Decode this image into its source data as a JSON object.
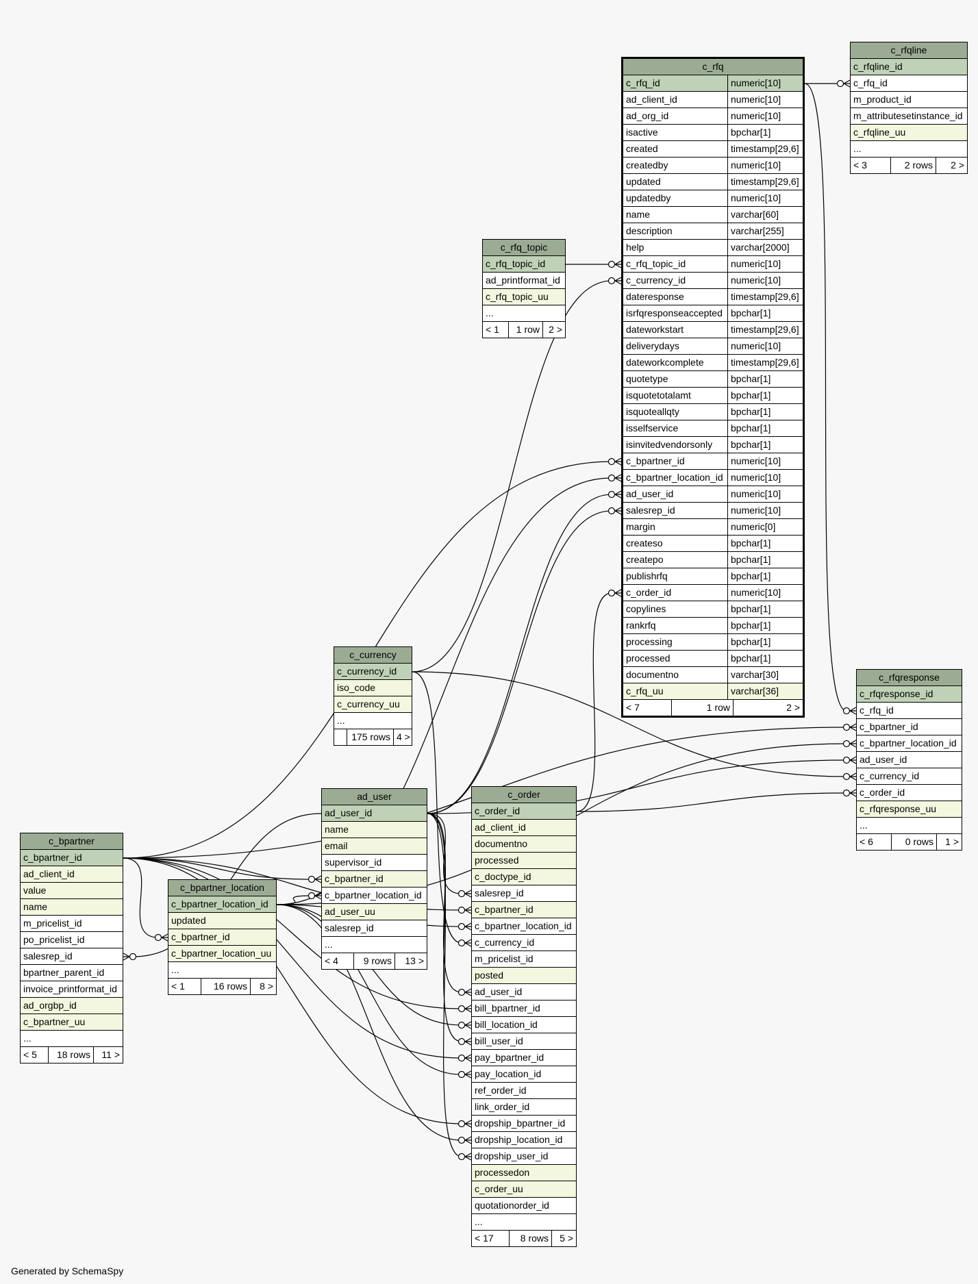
{
  "footer": "Generated by SchemaSpy",
  "tables": [
    {
      "id": "c_rfq",
      "title": "c_rfq",
      "main": true,
      "columns": [
        {
          "name": "c_rfq_id",
          "type": "numeric[10]",
          "style": "pk"
        },
        {
          "name": "ad_client_id",
          "type": "numeric[10]",
          "style": "plain"
        },
        {
          "name": "ad_org_id",
          "type": "numeric[10]",
          "style": "plain"
        },
        {
          "name": "isactive",
          "type": "bpchar[1]",
          "style": "plain"
        },
        {
          "name": "created",
          "type": "timestamp[29,6]",
          "style": "plain"
        },
        {
          "name": "createdby",
          "type": "numeric[10]",
          "style": "plain"
        },
        {
          "name": "updated",
          "type": "timestamp[29,6]",
          "style": "plain"
        },
        {
          "name": "updatedby",
          "type": "numeric[10]",
          "style": "plain"
        },
        {
          "name": "name",
          "type": "varchar[60]",
          "style": "plain"
        },
        {
          "name": "description",
          "type": "varchar[255]",
          "style": "plain"
        },
        {
          "name": "help",
          "type": "varchar[2000]",
          "style": "plain"
        },
        {
          "name": "c_rfq_topic_id",
          "type": "numeric[10]",
          "style": "plain"
        },
        {
          "name": "c_currency_id",
          "type": "numeric[10]",
          "style": "plain"
        },
        {
          "name": "dateresponse",
          "type": "timestamp[29,6]",
          "style": "plain"
        },
        {
          "name": "isrfqresponseaccepted",
          "type": "bpchar[1]",
          "style": "plain"
        },
        {
          "name": "dateworkstart",
          "type": "timestamp[29,6]",
          "style": "plain"
        },
        {
          "name": "deliverydays",
          "type": "numeric[10]",
          "style": "plain"
        },
        {
          "name": "dateworkcomplete",
          "type": "timestamp[29,6]",
          "style": "plain"
        },
        {
          "name": "quotetype",
          "type": "bpchar[1]",
          "style": "plain"
        },
        {
          "name": "isquotetotalamt",
          "type": "bpchar[1]",
          "style": "plain"
        },
        {
          "name": "isquoteallqty",
          "type": "bpchar[1]",
          "style": "plain"
        },
        {
          "name": "isselfservice",
          "type": "bpchar[1]",
          "style": "plain"
        },
        {
          "name": "isinvitedvendorsonly",
          "type": "bpchar[1]",
          "style": "plain"
        },
        {
          "name": "c_bpartner_id",
          "type": "numeric[10]",
          "style": "plain"
        },
        {
          "name": "c_bpartner_location_id",
          "type": "numeric[10]",
          "style": "plain"
        },
        {
          "name": "ad_user_id",
          "type": "numeric[10]",
          "style": "plain"
        },
        {
          "name": "salesrep_id",
          "type": "numeric[10]",
          "style": "plain"
        },
        {
          "name": "margin",
          "type": "numeric[0]",
          "style": "plain"
        },
        {
          "name": "createso",
          "type": "bpchar[1]",
          "style": "plain"
        },
        {
          "name": "createpo",
          "type": "bpchar[1]",
          "style": "plain"
        },
        {
          "name": "publishrfq",
          "type": "bpchar[1]",
          "style": "plain"
        },
        {
          "name": "c_order_id",
          "type": "numeric[10]",
          "style": "plain"
        },
        {
          "name": "copylines",
          "type": "bpchar[1]",
          "style": "plain"
        },
        {
          "name": "rankrfq",
          "type": "bpchar[1]",
          "style": "plain"
        },
        {
          "name": "processing",
          "type": "bpchar[1]",
          "style": "plain"
        },
        {
          "name": "processed",
          "type": "bpchar[1]",
          "style": "plain"
        },
        {
          "name": "documentno",
          "type": "varchar[30]",
          "style": "plain"
        },
        {
          "name": "c_rfq_uu",
          "type": "varchar[36]",
          "style": "idx"
        }
      ],
      "footer": {
        "left": "< 7",
        "mid": "1 row",
        "right": "2 >"
      }
    },
    {
      "id": "c_rfqline",
      "title": "c_rfqline",
      "columns": [
        {
          "name": "c_rfqline_id",
          "style": "pk"
        },
        {
          "name": "c_rfq_id",
          "style": "plain"
        },
        {
          "name": "m_product_id",
          "style": "plain"
        },
        {
          "name": "m_attributesetinstance_id",
          "style": "plain"
        },
        {
          "name": "c_rfqline_uu",
          "style": "idx"
        },
        {
          "name": "...",
          "style": "plain"
        }
      ],
      "footer": {
        "left": "< 3",
        "mid": "2 rows",
        "right": "2 >"
      }
    },
    {
      "id": "c_rfq_topic",
      "title": "c_rfq_topic",
      "columns": [
        {
          "name": "c_rfq_topic_id",
          "style": "pk"
        },
        {
          "name": "ad_printformat_id",
          "style": "plain"
        },
        {
          "name": "c_rfq_topic_uu",
          "style": "idx"
        },
        {
          "name": "...",
          "style": "plain"
        }
      ],
      "footer": {
        "left": "< 1",
        "mid": "1 row",
        "right": "2 >"
      }
    },
    {
      "id": "c_rfqresponse",
      "title": "c_rfqresponse",
      "columns": [
        {
          "name": "c_rfqresponse_id",
          "style": "pk"
        },
        {
          "name": "c_rfq_id",
          "style": "plain"
        },
        {
          "name": "c_bpartner_id",
          "style": "plain"
        },
        {
          "name": "c_bpartner_location_id",
          "style": "plain"
        },
        {
          "name": "ad_user_id",
          "style": "plain"
        },
        {
          "name": "c_currency_id",
          "style": "plain"
        },
        {
          "name": "c_order_id",
          "style": "plain"
        },
        {
          "name": "c_rfqresponse_uu",
          "style": "idx"
        },
        {
          "name": "...",
          "style": "plain"
        }
      ],
      "footer": {
        "left": "< 6",
        "mid": "0 rows",
        "right": "1 >"
      }
    },
    {
      "id": "c_currency",
      "title": "c_currency",
      "columns": [
        {
          "name": "c_currency_id",
          "style": "pk"
        },
        {
          "name": "iso_code",
          "style": "idx"
        },
        {
          "name": "c_currency_uu",
          "style": "idx"
        },
        {
          "name": "...",
          "style": "plain"
        }
      ],
      "footer": {
        "left": "",
        "mid": "175 rows",
        "right": "4 >"
      }
    },
    {
      "id": "ad_user",
      "title": "ad_user",
      "columns": [
        {
          "name": "ad_user_id",
          "style": "pk"
        },
        {
          "name": "name",
          "style": "idx"
        },
        {
          "name": "email",
          "style": "idx"
        },
        {
          "name": "supervisor_id",
          "style": "plain"
        },
        {
          "name": "c_bpartner_id",
          "style": "idx"
        },
        {
          "name": "c_bpartner_location_id",
          "style": "plain"
        },
        {
          "name": "ad_user_uu",
          "style": "idx"
        },
        {
          "name": "salesrep_id",
          "style": "plain"
        },
        {
          "name": "...",
          "style": "plain"
        }
      ],
      "footer": {
        "left": "< 4",
        "mid": "9 rows",
        "right": "13 >"
      }
    },
    {
      "id": "c_order",
      "title": "c_order",
      "columns": [
        {
          "name": "c_order_id",
          "style": "pk"
        },
        {
          "name": "ad_client_id",
          "style": "idx"
        },
        {
          "name": "documentno",
          "style": "idx"
        },
        {
          "name": "processed",
          "style": "idx"
        },
        {
          "name": "c_doctype_id",
          "style": "idx"
        },
        {
          "name": "salesrep_id",
          "style": "plain"
        },
        {
          "name": "c_bpartner_id",
          "style": "idx"
        },
        {
          "name": "c_bpartner_location_id",
          "style": "plain"
        },
        {
          "name": "c_currency_id",
          "style": "plain"
        },
        {
          "name": "m_pricelist_id",
          "style": "plain"
        },
        {
          "name": "posted",
          "style": "idx"
        },
        {
          "name": "ad_user_id",
          "style": "plain"
        },
        {
          "name": "bill_bpartner_id",
          "style": "plain"
        },
        {
          "name": "bill_location_id",
          "style": "plain"
        },
        {
          "name": "bill_user_id",
          "style": "plain"
        },
        {
          "name": "pay_bpartner_id",
          "style": "plain"
        },
        {
          "name": "pay_location_id",
          "style": "plain"
        },
        {
          "name": "ref_order_id",
          "style": "plain"
        },
        {
          "name": "link_order_id",
          "style": "plain"
        },
        {
          "name": "dropship_bpartner_id",
          "style": "plain"
        },
        {
          "name": "dropship_location_id",
          "style": "plain"
        },
        {
          "name": "dropship_user_id",
          "style": "plain"
        },
        {
          "name": "processedon",
          "style": "idx"
        },
        {
          "name": "c_order_uu",
          "style": "idx"
        },
        {
          "name": "quotationorder_id",
          "style": "plain"
        },
        {
          "name": "...",
          "style": "plain"
        }
      ],
      "footer": {
        "left": "< 17",
        "mid": "8 rows",
        "right": "5 >"
      }
    },
    {
      "id": "c_bpartner",
      "title": "c_bpartner",
      "columns": [
        {
          "name": "c_bpartner_id",
          "style": "pk"
        },
        {
          "name": "ad_client_id",
          "style": "idx"
        },
        {
          "name": "value",
          "style": "idx"
        },
        {
          "name": "name",
          "style": "idx"
        },
        {
          "name": "m_pricelist_id",
          "style": "plain"
        },
        {
          "name": "po_pricelist_id",
          "style": "plain"
        },
        {
          "name": "salesrep_id",
          "style": "plain"
        },
        {
          "name": "bpartner_parent_id",
          "style": "plain"
        },
        {
          "name": "invoice_printformat_id",
          "style": "plain"
        },
        {
          "name": "ad_orgbp_id",
          "style": "idx"
        },
        {
          "name": "c_bpartner_uu",
          "style": "idx"
        },
        {
          "name": "...",
          "style": "plain"
        }
      ],
      "footer": {
        "left": "< 5",
        "mid": "18 rows",
        "right": "11 >"
      }
    },
    {
      "id": "c_bpartner_location",
      "title": "c_bpartner_location",
      "columns": [
        {
          "name": "c_bpartner_location_id",
          "style": "pk"
        },
        {
          "name": "updated",
          "style": "idx"
        },
        {
          "name": "c_bpartner_id",
          "style": "idx"
        },
        {
          "name": "c_bpartner_location_uu",
          "style": "idx"
        },
        {
          "name": "...",
          "style": "plain"
        }
      ],
      "footer": {
        "left": "< 1",
        "mid": "16 rows",
        "right": "8 >"
      }
    }
  ],
  "relationships": [
    {
      "from": "c_rfq.c_rfq_id",
      "to": "c_rfqline.c_rfq_id"
    },
    {
      "from": "c_rfq.c_rfq_id",
      "to": "c_rfqresponse.c_rfq_id"
    },
    {
      "from": "c_rfq_topic.c_rfq_topic_id",
      "to": "c_rfq.c_rfq_topic_id"
    },
    {
      "from": "c_currency.c_currency_id",
      "to": "c_rfq.c_currency_id"
    },
    {
      "from": "c_bpartner.c_bpartner_id",
      "to": "c_rfq.c_bpartner_id"
    },
    {
      "from": "c_bpartner_location.c_bpartner_location_id",
      "to": "c_rfq.c_bpartner_location_id"
    },
    {
      "from": "ad_user.ad_user_id",
      "to": "c_rfq.ad_user_id"
    },
    {
      "from": "ad_user.ad_user_id",
      "to": "c_rfq.salesrep_id"
    },
    {
      "from": "c_order.c_order_id",
      "to": "c_rfq.c_order_id"
    },
    {
      "from": "c_bpartner.c_bpartner_id",
      "to": "c_rfqresponse.c_bpartner_id"
    },
    {
      "from": "c_bpartner_location.c_bpartner_location_id",
      "to": "c_rfqresponse.c_bpartner_location_id"
    },
    {
      "from": "ad_user.ad_user_id",
      "to": "c_rfqresponse.ad_user_id"
    },
    {
      "from": "c_currency.c_currency_id",
      "to": "c_rfqresponse.c_currency_id"
    },
    {
      "from": "c_order.c_order_id",
      "to": "c_rfqresponse.c_order_id"
    },
    {
      "from": "c_bpartner.c_bpartner_id",
      "to": "ad_user.c_bpartner_id"
    },
    {
      "from": "c_bpartner_location.c_bpartner_location_id",
      "to": "ad_user.c_bpartner_location_id"
    },
    {
      "from": "c_bpartner.c_bpartner_id",
      "to": "c_bpartner_location.c_bpartner_id"
    },
    {
      "from": "ad_user.ad_user_id",
      "to": "c_bpartner.salesrep_id"
    },
    {
      "from": "ad_user.ad_user_id",
      "to": "c_order.salesrep_id"
    },
    {
      "from": "c_bpartner.c_bpartner_id",
      "to": "c_order.c_bpartner_id"
    },
    {
      "from": "c_bpartner_location.c_bpartner_location_id",
      "to": "c_order.c_bpartner_location_id"
    },
    {
      "from": "c_currency.c_currency_id",
      "to": "c_order.c_currency_id"
    },
    {
      "from": "ad_user.ad_user_id",
      "to": "c_order.ad_user_id"
    },
    {
      "from": "c_bpartner.c_bpartner_id",
      "to": "c_order.bill_bpartner_id"
    },
    {
      "from": "c_bpartner_location.c_bpartner_location_id",
      "to": "c_order.bill_location_id"
    },
    {
      "from": "ad_user.ad_user_id",
      "to": "c_order.bill_user_id"
    },
    {
      "from": "c_bpartner.c_bpartner_id",
      "to": "c_order.pay_bpartner_id"
    },
    {
      "from": "c_bpartner_location.c_bpartner_location_id",
      "to": "c_order.pay_location_id"
    },
    {
      "from": "c_bpartner.c_bpartner_id",
      "to": "c_order.dropship_bpartner_id"
    },
    {
      "from": "c_bpartner_location.c_bpartner_location_id",
      "to": "c_order.dropship_location_id"
    },
    {
      "from": "ad_user.ad_user_id",
      "to": "c_order.dropship_user_id"
    }
  ]
}
